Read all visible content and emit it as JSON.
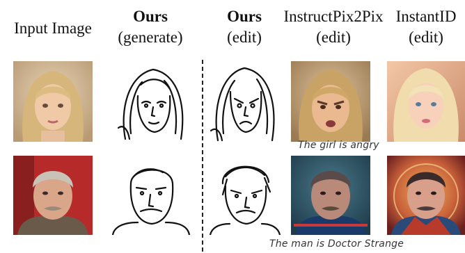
{
  "headers": {
    "input": "Input Image",
    "ours_generate_title": "Ours",
    "ours_generate_sub": "(generate)",
    "ours_edit_title": "Ours",
    "ours_edit_sub": "(edit)",
    "instructpix2pix_title": "InstructPix2Pix",
    "instructpix2pix_sub": "(edit)",
    "instantid_title": "InstantID",
    "instantid_sub": "(edit)"
  },
  "captions": {
    "row1": "The girl is angry",
    "row2": "The man is Doctor Strange"
  }
}
